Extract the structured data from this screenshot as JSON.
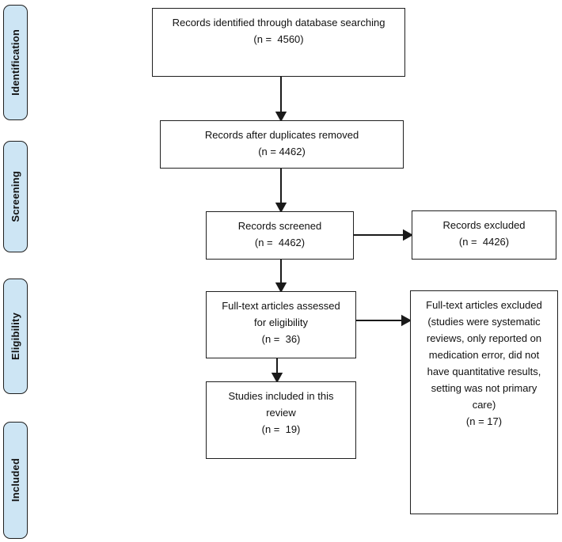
{
  "diagram": {
    "stages": [
      {
        "label": "Identification"
      },
      {
        "label": "Screening"
      },
      {
        "label": "Eligibility"
      },
      {
        "label": "Included"
      }
    ],
    "boxes": {
      "identified": "Records identified through database searching\n(n =  4560)",
      "duplicates_removed": "Records after duplicates removed\n(n = 4462)",
      "screened": "Records screened\n(n =  4462)",
      "records_excluded": "Records excluded\n(n =  4426)",
      "fulltext_assessed": "Full-text articles assessed\nfor eligibility\n(n =  36)",
      "fulltext_excluded": "Full-text articles excluded\n(studies were systematic\nreviews, only reported on\nmedication error, did not\nhave quantitative results,\nsetting was not primary\ncare)\n(n = 17)",
      "studies_included": "Studies included in this\nreview\n(n =  19)"
    },
    "counts": {
      "identified": 4560,
      "after_duplicates_removed": 4462,
      "screened": 4462,
      "records_excluded": 4426,
      "fulltext_assessed": 36,
      "fulltext_excluded": 17,
      "included_in_review": 19
    },
    "colors": {
      "stage_fill": "#cde5f4",
      "line": "#1a1a1a",
      "background": "#ffffff"
    }
  }
}
